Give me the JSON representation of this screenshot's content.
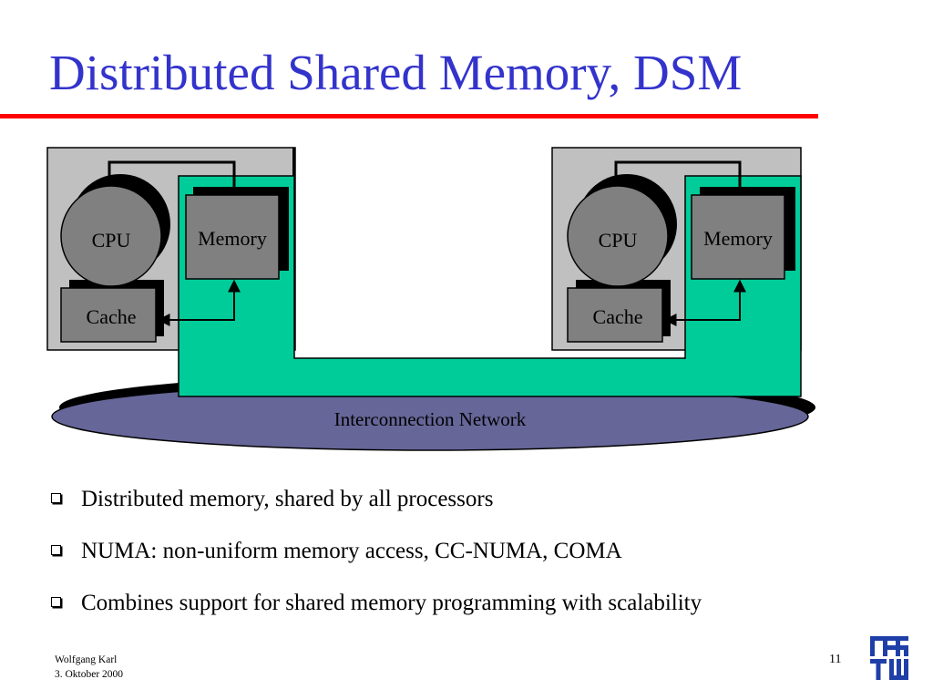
{
  "slide": {
    "title": "Distributed Shared Memory, DSM",
    "page_number": "11"
  },
  "diagram": {
    "node_left": {
      "cpu_label": "CPU",
      "memory_label": "Memory",
      "cache_label": "Cache"
    },
    "node_right": {
      "cpu_label": "CPU",
      "memory_label": "Memory",
      "cache_label": "Cache"
    },
    "network_label": "Interconnection Network"
  },
  "bullets": [
    "Distributed memory, shared by all processors",
    "NUMA: non-uniform memory access, CC-NUMA, COMA",
    "Combines support for shared memory programming with scalability"
  ],
  "footer": {
    "author": "Wolfgang Karl",
    "date": "3. Oktober 2000"
  },
  "colors": {
    "title": "#3333cc",
    "rule": "#ff0000",
    "shared_memory": "#00cc99",
    "network": "#666699",
    "node_box": "#c0c0c0",
    "component": "#808080"
  }
}
